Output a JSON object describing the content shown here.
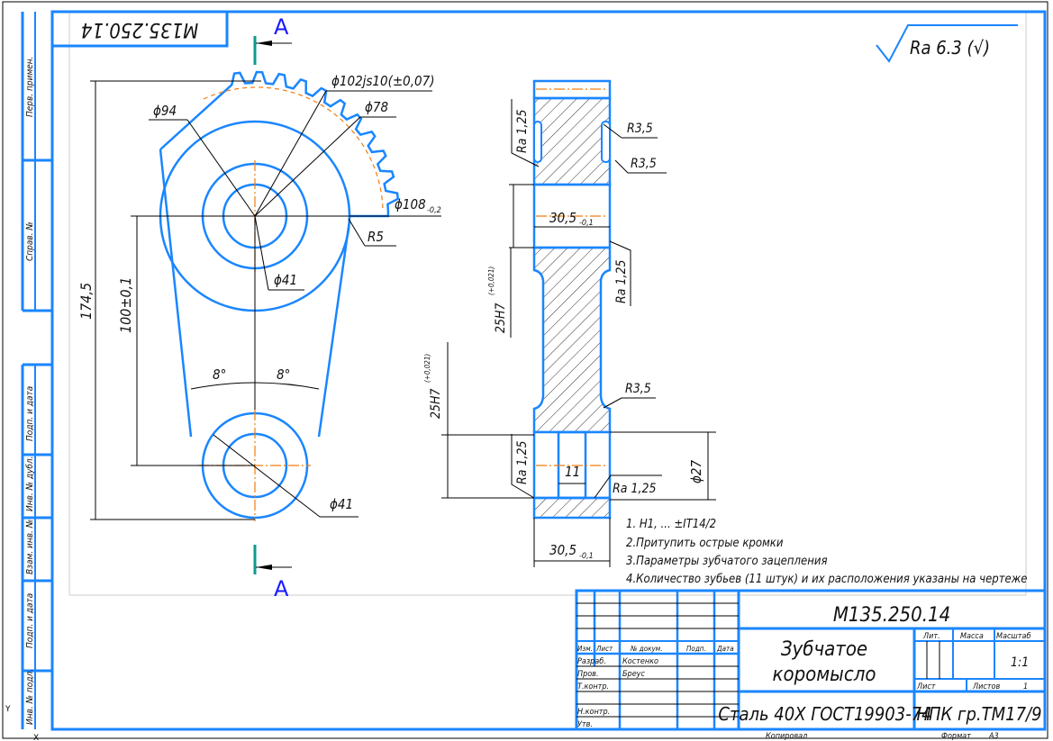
{
  "drawing": {
    "rotated_code": "M135.250.14",
    "section_label": "A",
    "roughness_general": "Ra 6.3 (√)",
    "gear_view": {
      "dim_outer": "ϕ102js10(±0,07)",
      "dim_tip": "ϕ108",
      "dim_tip_tol": "-0,2",
      "dim_root": "ϕ94",
      "dim_hub_outer": "ϕ78",
      "dim_hub_bore": "ϕ41",
      "dim_lower_bore": "ϕ41",
      "dim_fillet": "R5",
      "dim_total_height": "174,5",
      "dim_center_distance": "100±0,1",
      "angle_left": "8°",
      "angle_right": "8°"
    },
    "section_view": {
      "r_upper_1": "R3,5",
      "r_upper_2": "R3,5",
      "r_lower": "R3,5",
      "ra_upper_left": "Ra 1,25",
      "ra_middle": "Ra 1,25",
      "ra_lower_left": "Ra 1,25",
      "ra_lower_right": "Ra 1,25",
      "width_top": "30,5",
      "width_top_tol": "-0,1",
      "width_bottom": "30,5",
      "width_bottom_tol": "-0,1",
      "bore_upper": "25H7",
      "bore_upper_tol": "(+0,021)",
      "bore_lower": "25H7",
      "bore_lower_tol": "(+0,021)",
      "groove_width": "11",
      "dia_27": "ϕ27"
    },
    "notes": [
      "1. H1, ... ±IT14/2",
      "2.Притупить острые кромки",
      "3.Параметры зубчатого зацепления",
      "4.Количество зубьев (11 штук) и их расположения указаны на чертеже"
    ]
  },
  "side_strip": {
    "labels": [
      "Перв. примен.",
      "Справ. №",
      "Подп. и дата",
      "Инв. № дубл.",
      "Взам. инв. №",
      "Подп. и дата",
      "Инв. № подл."
    ]
  },
  "title_block": {
    "designation": "М135.250.14",
    "name_line1": "Зубчатое",
    "name_line2": "коромысло",
    "material": "Сталь 40Х ГОСТ19903-74",
    "organization": "НПК гр.ТМ17/9",
    "col_headers": [
      "Изм.",
      "Лист",
      "№ докум.",
      "Подп.",
      "Дата"
    ],
    "roles": [
      {
        "role": "Разраб.",
        "name": "Костенко"
      },
      {
        "role": "Пров.",
        "name": "Бреус"
      },
      {
        "role": "Т.контр.",
        "name": ""
      },
      {
        "role": "",
        "name": ""
      },
      {
        "role": "Н.контр.",
        "name": ""
      },
      {
        "role": "Утв.",
        "name": ""
      }
    ],
    "lit_label": "Лит.",
    "mass_label": "Масса",
    "scale_label": "Масштаб",
    "scale_value": "1:1",
    "sheet_label": "Лист",
    "sheets_label": "Листов",
    "sheets_value": "1",
    "copied_label": "Копировал",
    "format_label": "Формат",
    "format_value": "А3"
  },
  "axes": {
    "x": "X",
    "y": "Y"
  },
  "colors": {
    "outline": "#1a86ff",
    "axis": "#f07c10",
    "section_mark": "#0f9a8e",
    "label": "#1a1aff"
  }
}
